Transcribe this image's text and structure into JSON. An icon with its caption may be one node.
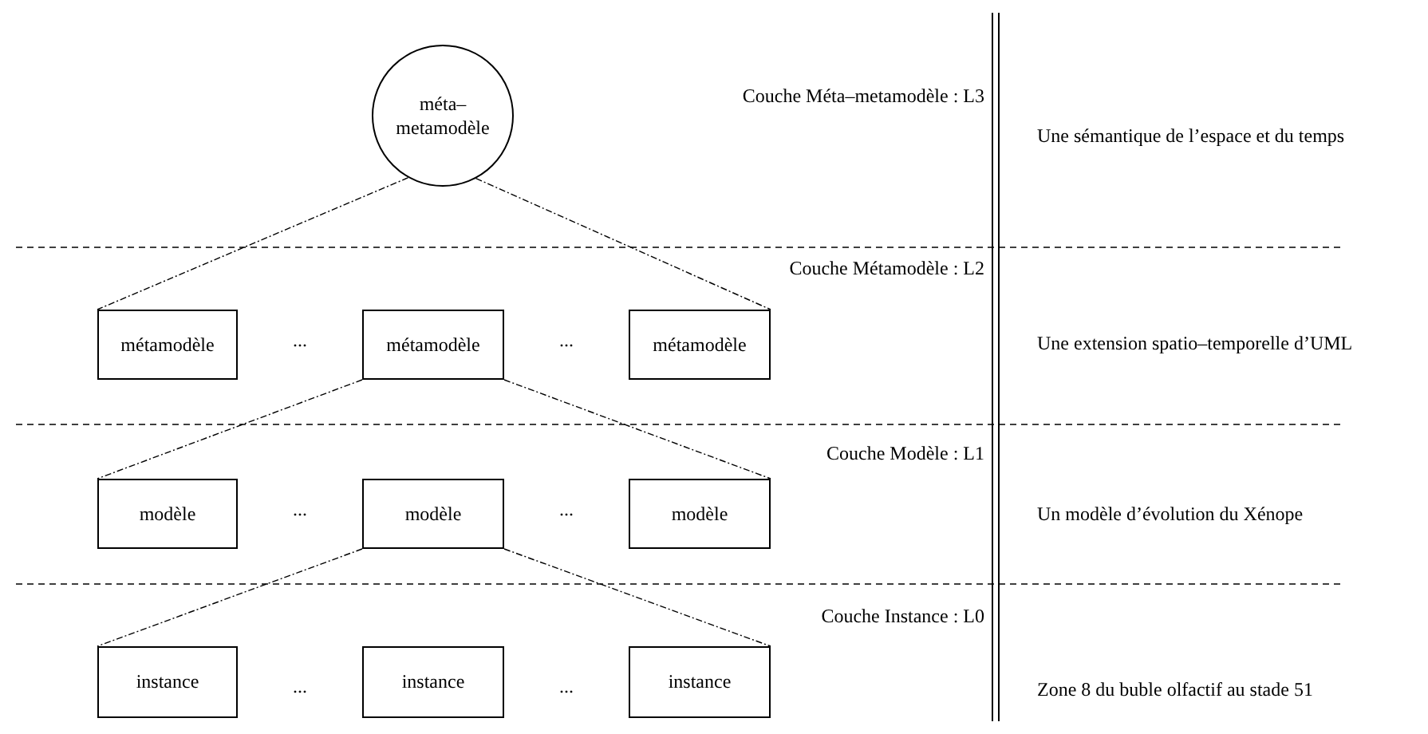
{
  "diagram": {
    "nodes": [
      {
        "text": [
          "méta– metamodèle"
        ]
      },
      {
        "text": [
          "métamodèle"
        ]
      },
      {
        "text": [
          "métamodèle"
        ]
      },
      {
        "text": [
          "métamodèle"
        ]
      },
      {
        "text": [
          "modèle"
        ]
      },
      {
        "text": [
          "modèle"
        ]
      },
      {
        "text": [
          "modèle"
        ]
      },
      {
        "text": [
          "instance"
        ]
      },
      {
        "text": [
          "instance"
        ]
      },
      {
        "text": [
          "instance"
        ]
      }
    ],
    "edges": [
      {
        "from": 0,
        "to": 1,
        "arrow": "none",
        "style": "dashed"
      },
      {
        "from": 0,
        "to": 3,
        "arrow": "none",
        "style": "dashed"
      },
      {
        "from": 2,
        "to": 4,
        "arrow": "none",
        "style": "dashed"
      },
      {
        "from": 2,
        "to": 6,
        "arrow": "none",
        "style": "dashed"
      },
      {
        "from": 5,
        "to": 7,
        "arrow": "none",
        "style": "dashed"
      },
      {
        "from": 5,
        "to": 9,
        "arrow": "none",
        "style": "dashed"
      }
    ],
    "labels": [
      "Couche Méta–metamodèle : L3",
      "Une sémantique de l’espace et du temps",
      "Couche Métamodèle : L2",
      "...",
      "...",
      "Une extension spatio–temporelle d’UML",
      "Couche Modèle : L1",
      "...",
      "...",
      "Un modèle d’évolution du Xénope",
      "Couche Instance : L0",
      "...",
      "...",
      "Zone 8 du buble olfactif au stade 51"
    ]
  }
}
